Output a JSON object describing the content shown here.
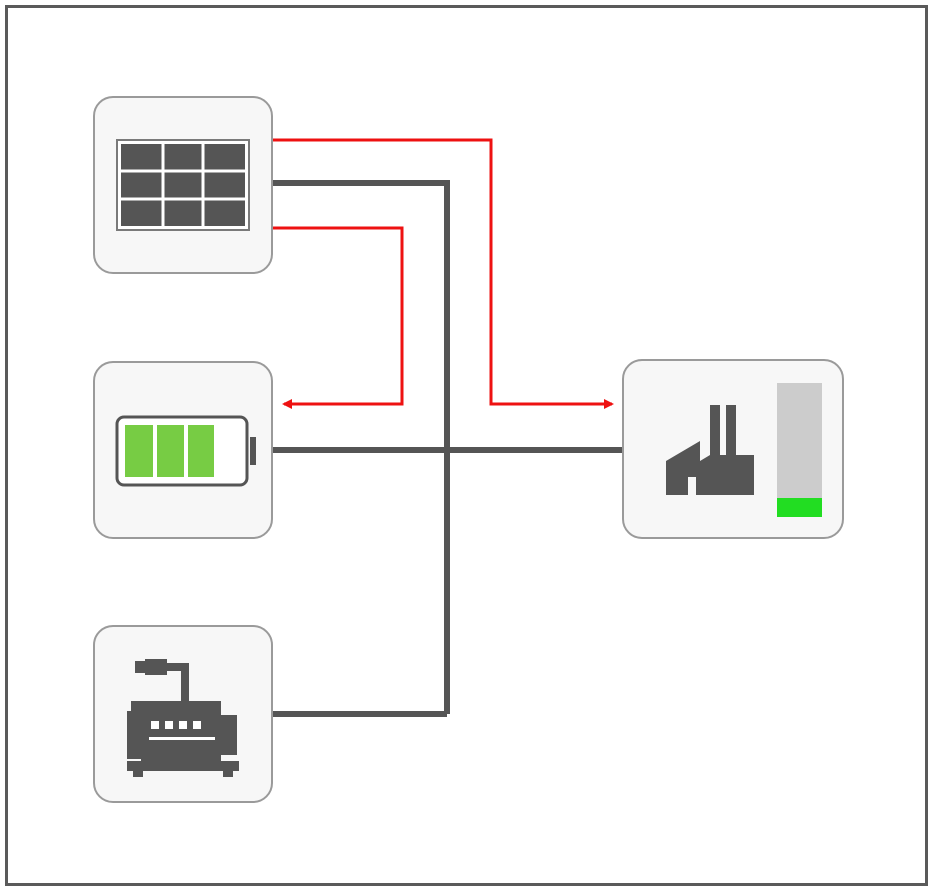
{
  "diagram": {
    "nodes": [
      {
        "id": "solar",
        "icon": "solar-panel-icon"
      },
      {
        "id": "battery",
        "icon": "battery-icon",
        "charge_cells_filled": 3,
        "charge_cells_total": 3
      },
      {
        "id": "generator",
        "icon": "generator-icon"
      },
      {
        "id": "factory",
        "icon": "factory-icon",
        "load_level_fraction": 0.14
      }
    ],
    "connections": [
      {
        "from": "solar",
        "to": "factory",
        "kind": "power-bus"
      },
      {
        "from": "battery",
        "to": "factory",
        "kind": "power-bus"
      },
      {
        "from": "generator",
        "to": "factory",
        "kind": "power-bus"
      },
      {
        "from": "solar",
        "to": "factory",
        "kind": "energy-flow",
        "arrow": "end"
      },
      {
        "from": "solar",
        "to": "battery",
        "kind": "energy-flow",
        "arrow": "end"
      }
    ],
    "colors": {
      "bus": "#555555",
      "flow": "#ee1111",
      "node_border": "#9a9a9a",
      "battery_fill": "#77cc44",
      "level_bar": "#cccccc",
      "level_fill": "#22dd22",
      "icon": "#555555"
    }
  }
}
